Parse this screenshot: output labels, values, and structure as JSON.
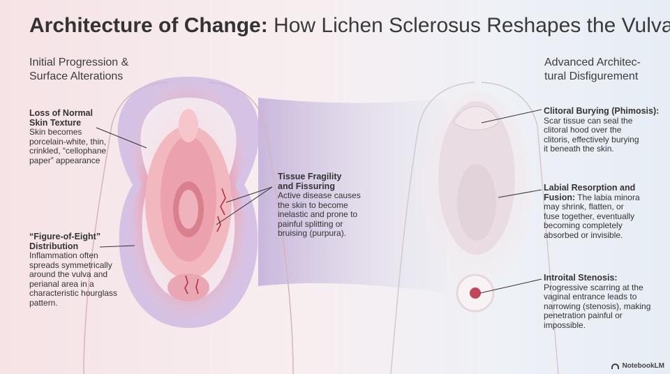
{
  "title": {
    "bold": "Architecture of Change:",
    "rest": " How Lichen Sclerosus Reshapes the Vulva"
  },
  "sections": {
    "left": [
      "Initial Progression &",
      "Surface Alterations"
    ],
    "right": [
      "Advanced Architec-",
      "tural Disfigurement"
    ]
  },
  "labels": {
    "texture": {
      "heading_lines": [
        "Loss of Normal",
        "Skin Texture"
      ],
      "body_lines": [
        "Skin becomes",
        "porcelain-white, thin,",
        "crinkled, “cellophane",
        "paper” appearance"
      ]
    },
    "figure8": {
      "heading_lines": [
        "“Figure-of-Eight”",
        "Distribution"
      ],
      "body_lines": [
        "Inflammation often",
        "spreads symmetrically",
        "around the vulva and",
        "perianal area in a",
        "characteristic hourglass",
        "pattern."
      ]
    },
    "fissuring": {
      "heading_lines": [
        "Tissue Fragility",
        "and Fissuring"
      ],
      "body_lines": [
        "Active disease causes",
        "the skin to become",
        "inelastic and prone to",
        "painful splitting or",
        "bruising (purpura)."
      ]
    },
    "clitoral": {
      "heading_lines": [
        "Clitoral Burying (Phimosis):"
      ],
      "body_lines": [
        "Scar tissue can seal the",
        "clitoral hood over the",
        "clitoris, effectively burying",
        "it beneath the skin."
      ]
    },
    "labial": {
      "heading_lines": [
        "Labial Resorption and",
        "Fusion:"
      ],
      "inline_body": " The labia minora",
      "body_lines": [
        "may shrink, flatten, or",
        "fuse together, eventually",
        "becoming completely",
        "absorbed or invisible."
      ]
    },
    "stenosis": {
      "heading_lines": [
        "Introital Stenosis:"
      ],
      "body_lines": [
        "Progressive scarring at the",
        "vaginal entrance leads to",
        "narrowing (stenosis), making",
        "penetration painful or",
        "impossible."
      ]
    }
  },
  "brand": "NotebookLM",
  "colors": {
    "accent_pink": "#e7a0b0",
    "accent_purple": "#a89ad0",
    "pale_skin": "#efe4e8",
    "line": "#333333"
  }
}
